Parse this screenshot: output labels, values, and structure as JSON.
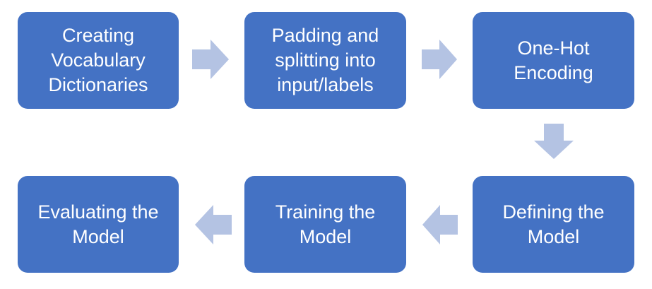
{
  "diagram": {
    "steps": [
      {
        "lines": [
          "Creating",
          "Vocabulary",
          "Dictionaries"
        ]
      },
      {
        "lines": [
          "Padding and",
          "splitting into",
          "input/labels"
        ]
      },
      {
        "lines": [
          "One-Hot",
          "Encoding"
        ]
      },
      {
        "lines": [
          "Defining the",
          "Model"
        ]
      },
      {
        "lines": [
          "Training the",
          "Model"
        ]
      },
      {
        "lines": [
          "Evaluating the",
          "Model"
        ]
      }
    ],
    "colors": {
      "box_fill": "#4472c4",
      "box_text": "#ffffff",
      "arrow_fill": "#b4c3e3"
    },
    "arrows": [
      {
        "from": 1,
        "to": 2,
        "direction": "right"
      },
      {
        "from": 2,
        "to": 3,
        "direction": "right"
      },
      {
        "from": 3,
        "to": 4,
        "direction": "down"
      },
      {
        "from": 4,
        "to": 5,
        "direction": "left"
      },
      {
        "from": 5,
        "to": 6,
        "direction": "left"
      }
    ]
  }
}
